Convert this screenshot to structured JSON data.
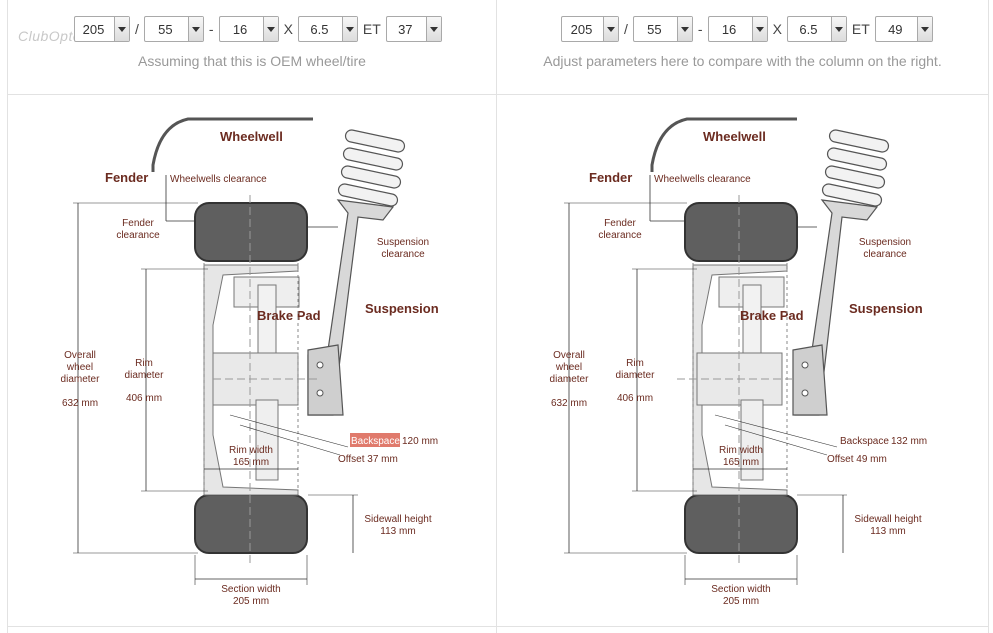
{
  "left": {
    "width": "205",
    "profile": "55",
    "rim": "16",
    "rim_width": "6.5",
    "et_label": "ET",
    "et": "37",
    "note": "Assuming that this is OEM wheel/tire",
    "watermark": "ClubOptel.com",
    "labels": {
      "wheelwell": "Wheelwell",
      "fender": "Fender",
      "wheelwells_clearance": "Wheelwells clearance",
      "fender_clearance_1": "Fender",
      "fender_clearance_2": "clearance",
      "suspension_clearance_1": "Suspension",
      "suspension_clearance_2": "clearance",
      "brake_pad": "Brake Pad",
      "suspension": "Suspension",
      "overall_1": "Overall",
      "overall_2": "wheel",
      "overall_3": "diameter",
      "overall_value": "632 mm",
      "rim_1": "Rim",
      "rim_2": "diameter",
      "rim_value": "406 mm",
      "backspace_label": "Backspace",
      "backspace_value": "120 mm",
      "rimwidth_1": "Rim width",
      "rimwidth_2": "165 mm",
      "offset": "Offset 37 mm",
      "sidewall_1": "Sidewall height",
      "sidewall_2": "113 mm",
      "section_1": "Section width",
      "section_2": "205 mm"
    }
  },
  "right": {
    "width": "205",
    "profile": "55",
    "rim": "16",
    "rim_width": "6.5",
    "et_label": "ET",
    "et": "49",
    "note": "Adjust parameters here to compare with the column on the right.",
    "labels": {
      "wheelwell": "Wheelwell",
      "fender": "Fender",
      "wheelwells_clearance": "Wheelwells clearance",
      "fender_clearance_1": "Fender",
      "fender_clearance_2": "clearance",
      "suspension_clearance_1": "Suspension",
      "suspension_clearance_2": "clearance",
      "brake_pad": "Brake Pad",
      "suspension": "Suspension",
      "overall_1": "Overall",
      "overall_2": "wheel",
      "overall_3": "diameter",
      "overall_value": "632 mm",
      "rim_1": "Rim",
      "rim_2": "diameter",
      "rim_value": "406 mm",
      "backspace_label": "Backspace",
      "backspace_value": "132 mm",
      "rimwidth_1": "Rim width",
      "rimwidth_2": "165 mm",
      "offset": "Offset 49 mm",
      "sidewall_1": "Sidewall height",
      "sidewall_2": "113 mm",
      "section_1": "Section width",
      "section_2": "205 mm"
    }
  },
  "separators": {
    "slash": "/",
    "dash": "-",
    "x": "X"
  },
  "colors": {
    "label": "#6b2b20",
    "tire": "#5f5f5f",
    "highlight": "#e07a6c"
  }
}
